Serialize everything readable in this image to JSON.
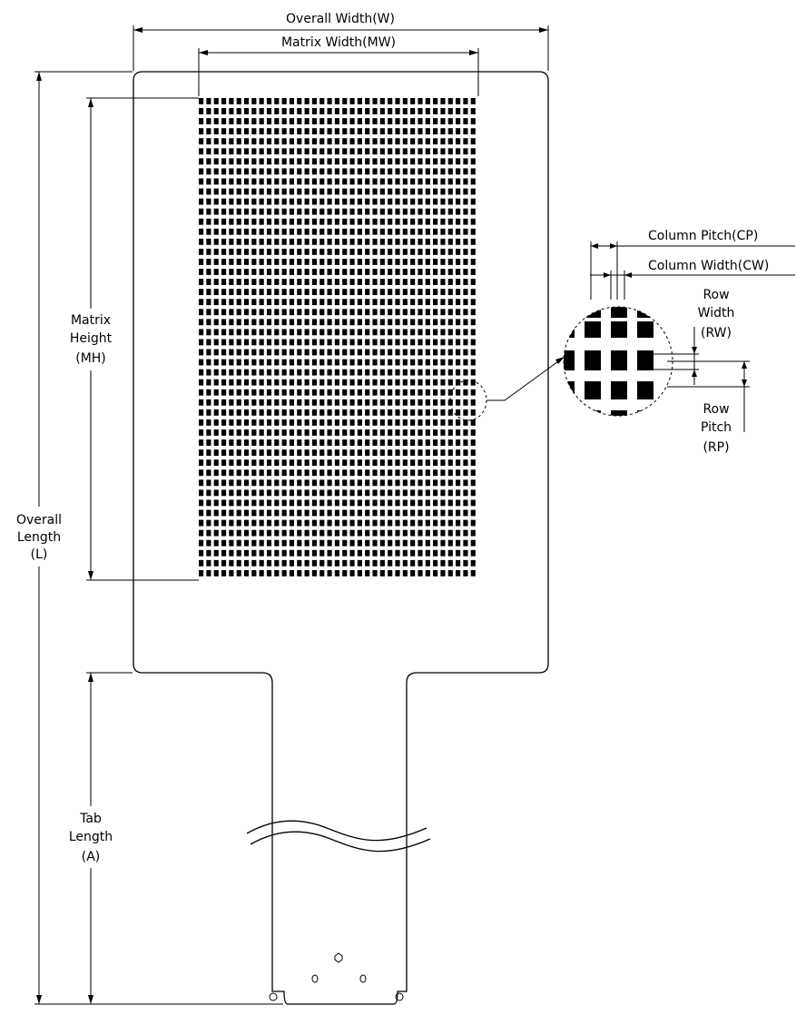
{
  "labels": {
    "overall_width": "Overall  Width(W)",
    "matrix_width": "Matrix  Width(MW)",
    "matrix_height": [
      "Matrix",
      "Height",
      "(MH)"
    ],
    "overall_length": [
      "Overall",
      "Length",
      "(L)"
    ],
    "tab_length": [
      "Tab",
      "Length",
      "(A)"
    ],
    "column_pitch": "Column  Pitch(CP)",
    "column_width": "Column  Width(CW)",
    "row_width": [
      "Row",
      "Width",
      "(RW)"
    ],
    "row_pitch": [
      "Row",
      "Pitch",
      "(RP)"
    ]
  },
  "matrix": {
    "columns": 37,
    "rows": 48
  }
}
